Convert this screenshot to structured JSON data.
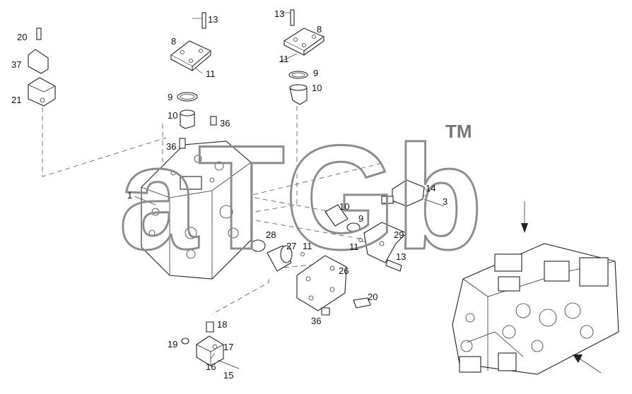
{
  "watermark": {
    "brand": "aTGb",
    "tm": "TM"
  },
  "callouts": [
    {
      "id": "c20a",
      "text": "20"
    },
    {
      "id": "c37",
      "text": "37"
    },
    {
      "id": "c21",
      "text": "21"
    },
    {
      "id": "c13a",
      "text": "13"
    },
    {
      "id": "c8a",
      "text": "8"
    },
    {
      "id": "c11a",
      "text": "11"
    },
    {
      "id": "c9a",
      "text": "9"
    },
    {
      "id": "c10a",
      "text": "10"
    },
    {
      "id": "c36a",
      "text": "36"
    },
    {
      "id": "c36b",
      "text": "36"
    },
    {
      "id": "c1",
      "text": "1"
    },
    {
      "id": "c13b",
      "text": "13"
    },
    {
      "id": "c8b",
      "text": "8"
    },
    {
      "id": "c11b",
      "text": "11"
    },
    {
      "id": "c9b",
      "text": "9"
    },
    {
      "id": "c10b",
      "text": "10"
    },
    {
      "id": "c14",
      "text": "14"
    },
    {
      "id": "c3",
      "text": "3"
    },
    {
      "id": "c10c",
      "text": "10"
    },
    {
      "id": "c9c",
      "text": "9"
    },
    {
      "id": "c29",
      "text": "29"
    },
    {
      "id": "c11c",
      "text": "11"
    },
    {
      "id": "c13c",
      "text": "13"
    },
    {
      "id": "c28",
      "text": "28"
    },
    {
      "id": "c27",
      "text": "27"
    },
    {
      "id": "c11d",
      "text": "11"
    },
    {
      "id": "c26",
      "text": "26"
    },
    {
      "id": "c20b",
      "text": "20"
    },
    {
      "id": "c36c",
      "text": "36"
    },
    {
      "id": "c18",
      "text": "18"
    },
    {
      "id": "c19",
      "text": "19"
    },
    {
      "id": "c17",
      "text": "17"
    },
    {
      "id": "c16",
      "text": "16"
    },
    {
      "id": "c15",
      "text": "15"
    }
  ],
  "colors": {
    "line": "#222222",
    "watermark": "#9a9a9a",
    "background": "#ffffff"
  }
}
